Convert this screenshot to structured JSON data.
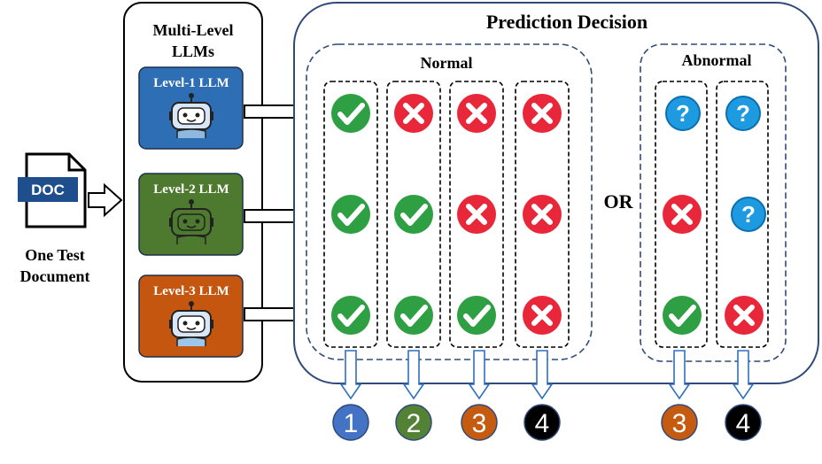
{
  "document": {
    "badge": "DOC",
    "caption_line1": "One Test",
    "caption_line2": "Document"
  },
  "llm_panel": {
    "title_line1": "Multi-Level",
    "title_line2": "LLMs",
    "levels": [
      {
        "label": "Level-1 LLM",
        "color": "#2E6EB5"
      },
      {
        "label": "Level-2 LLM",
        "color": "#4E7A2F"
      },
      {
        "label": "Level-3 LLM",
        "color": "#C5560F"
      }
    ]
  },
  "decision": {
    "title": "Prediction Decision",
    "normal_label": "Normal",
    "abnormal_label": "Abnormal",
    "or_label": "OR",
    "normal_columns": [
      [
        "check",
        "check",
        "check"
      ],
      [
        "cross",
        "check",
        "check"
      ],
      [
        "cross",
        "cross",
        "check"
      ],
      [
        "cross",
        "cross",
        "cross"
      ]
    ],
    "abnormal_columns": [
      [
        "question",
        "cross",
        "check"
      ],
      [
        "question",
        "question",
        "cross"
      ]
    ]
  },
  "outcomes": [
    {
      "number": "1",
      "color": "#4472C4"
    },
    {
      "number": "2",
      "color": "#548235"
    },
    {
      "number": "3",
      "color": "#C55A11"
    },
    {
      "number": "4",
      "color": "#000000"
    },
    {
      "number": "3",
      "color": "#C55A11"
    },
    {
      "number": "4",
      "color": "#000000"
    }
  ],
  "colors": {
    "check": "#2EA043",
    "cross": "#E8283A",
    "question": "#1E9BE0",
    "panel_border": "#2F4A7A",
    "dashed": "#2F4A7A"
  }
}
